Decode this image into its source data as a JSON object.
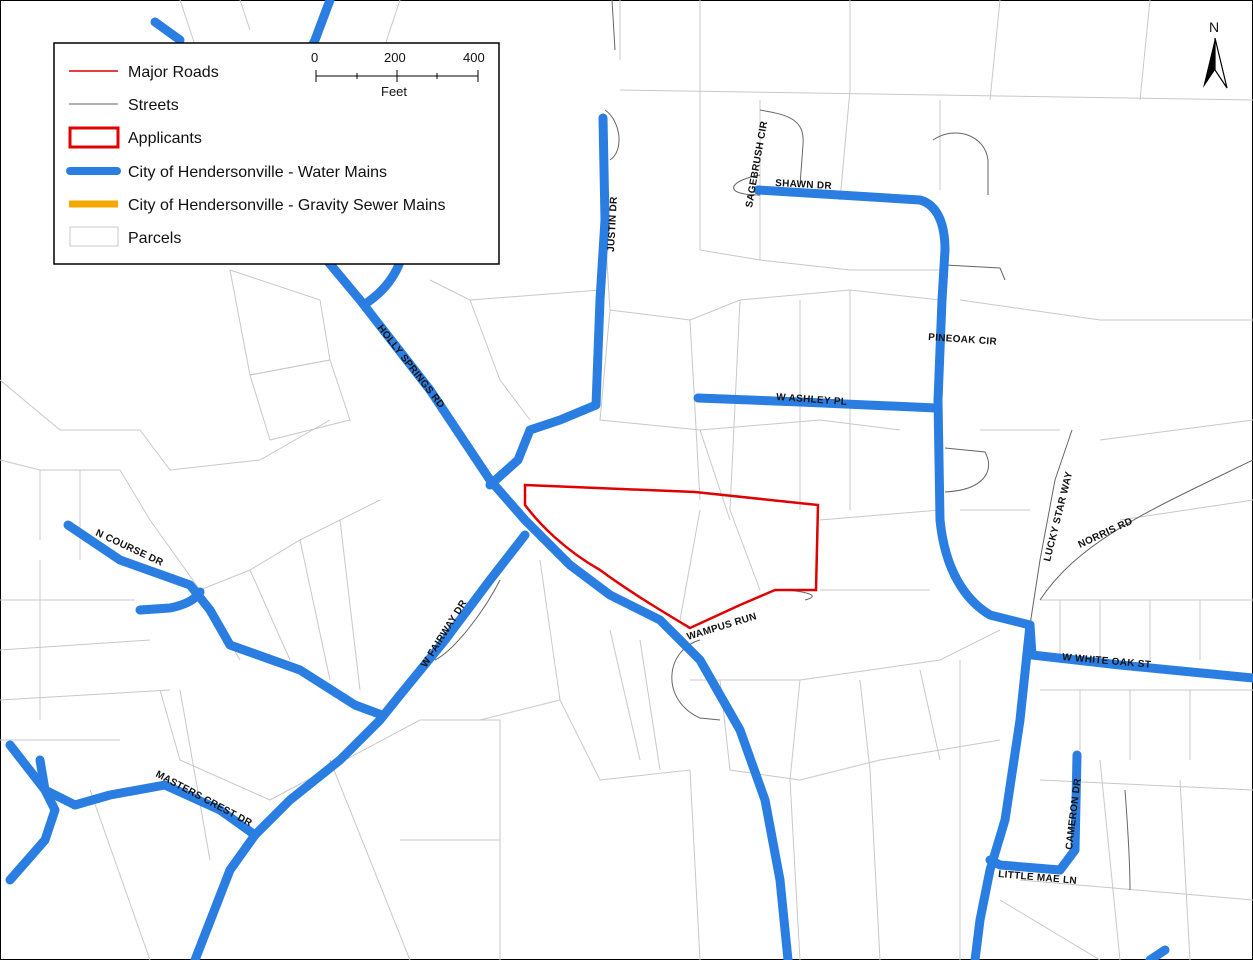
{
  "colors": {
    "water_main": "#2a7de1",
    "major_road": "#e00000",
    "applicant": "#e00000",
    "sewer": "#f5a800",
    "street": "#555555",
    "parcel": "#c8c8c8"
  },
  "legend": {
    "items": [
      {
        "label": "Major Roads",
        "symbol": "thin-red-line"
      },
      {
        "label": "Streets",
        "symbol": "thin-gray-line"
      },
      {
        "label": "Applicants",
        "symbol": "red-outline-box"
      },
      {
        "label": "City of Hendersonville - Water Mains",
        "symbol": "thick-blue-line"
      },
      {
        "label": "City of Hendersonville - Gravity Sewer Mains",
        "symbol": "thick-orange-line"
      },
      {
        "label": "Parcels",
        "symbol": "gray-outline-box"
      }
    ]
  },
  "scale_bar": {
    "ticks": [
      "0",
      "200",
      "400"
    ],
    "unit": "Feet"
  },
  "north_arrow": {
    "label": "N",
    "icon": "north-arrow-icon"
  },
  "street_labels": [
    "SAGEBRUSH CIR",
    "SHAWN DR",
    "JUSTIN DR",
    "PINEOAK CIR",
    "HOLLY SPRINGS RD",
    "W ASHLEY PL",
    "LUCKY STAR WAY",
    "NORRIS RD",
    "N COURSE DR",
    "W FAIRWAY DR",
    "WAMPUS RUN",
    "W WHITE OAK ST",
    "MASTERS CREST DR",
    "CAMERON DR",
    "LITTLE MAE LN"
  ]
}
